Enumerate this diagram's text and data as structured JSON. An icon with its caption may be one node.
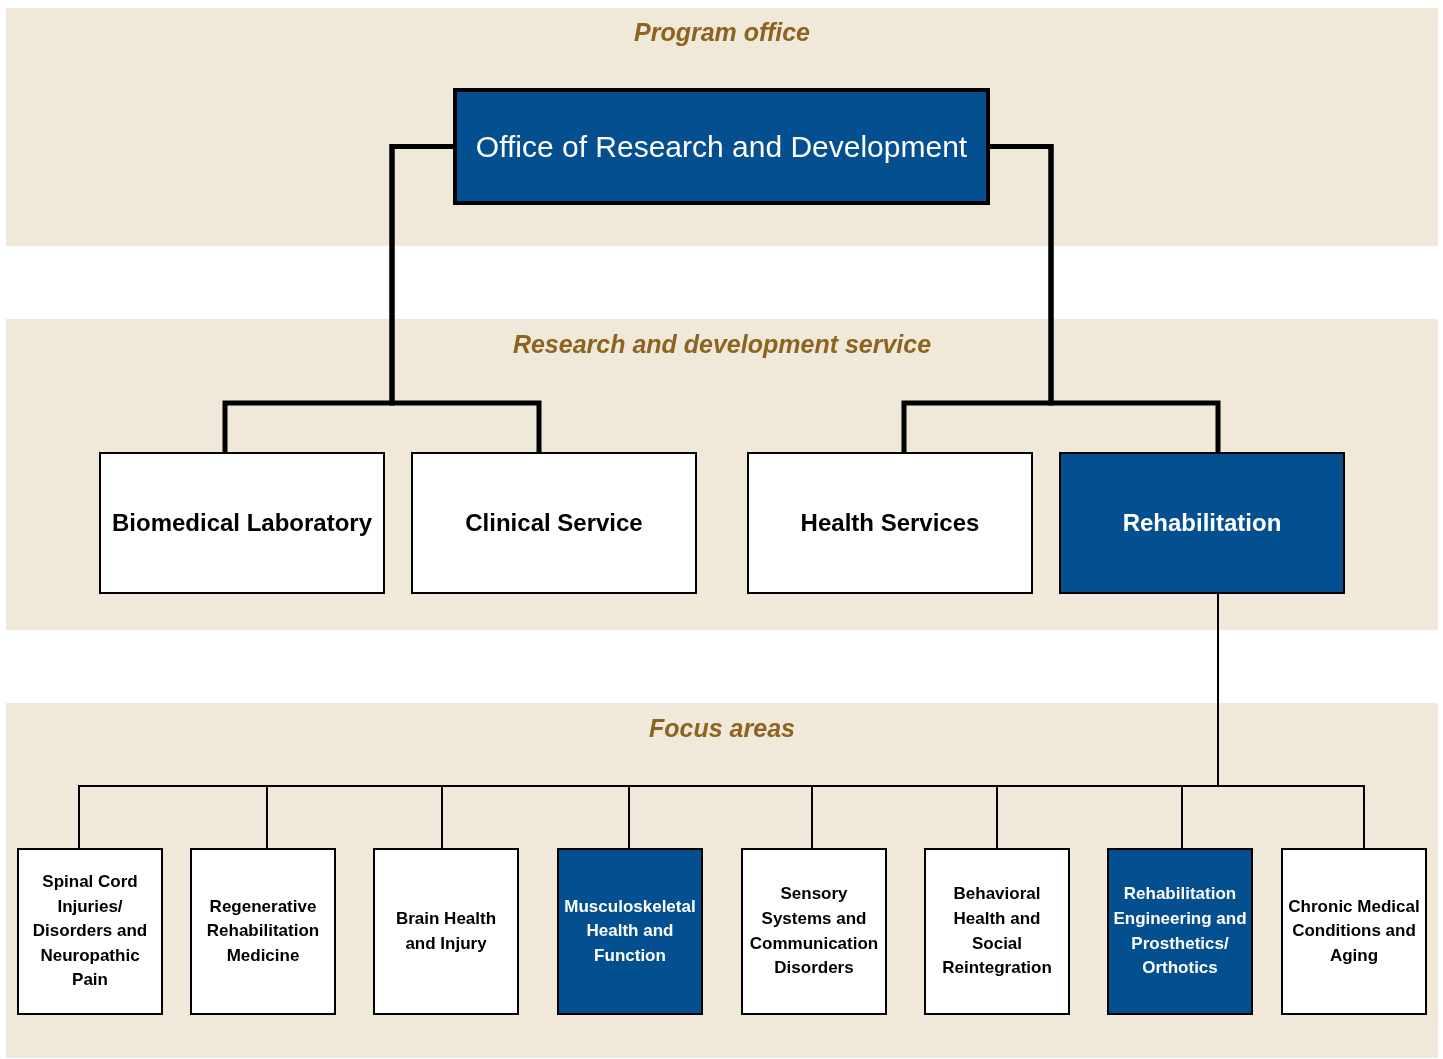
{
  "diagram": {
    "nodes": [
      {
        "text": [
          "Program office"
        ]
      },
      {
        "text": [
          "Office of Research and Development"
        ],
        "in": 0
      },
      {
        "text": [
          "Research and development service"
        ]
      },
      {
        "text": [
          "Biomedical Laboratory"
        ],
        "in": 2
      },
      {
        "text": [
          "Clinical Service"
        ],
        "in": 2
      },
      {
        "text": [
          "Health Services"
        ],
        "in": 2
      },
      {
        "text": [
          "Rehabilitation"
        ],
        "in": 2
      },
      {
        "text": [
          "Focus areas"
        ]
      },
      {
        "text": [
          "Spinal Cord Injuries/ Disorders and Neuropathic Pain"
        ],
        "in": 7
      },
      {
        "text": [
          "Regenerative Rehabilitation Medicine"
        ],
        "in": 7
      },
      {
        "text": [
          "Brain Health and Injury"
        ],
        "in": 7
      },
      {
        "text": [
          "Musculoskeletal Health and Function"
        ],
        "in": 7
      },
      {
        "text": [
          "Sensory Systems and Communication Disorders"
        ],
        "in": 7
      },
      {
        "text": [
          "Behavioral Health and Social Reintegration"
        ],
        "in": 7
      },
      {
        "text": [
          "Rehabilitation Engineering and Prosthetics/ Orthotics"
        ],
        "in": 7
      },
      {
        "text": [
          "Chronic Medical Conditions and Aging"
        ],
        "in": 7
      }
    ],
    "edges": [
      {
        "from": 1,
        "to": 3,
        "arrow": "none",
        "style": "thick"
      },
      {
        "from": 1,
        "to": 4,
        "arrow": "none",
        "style": "thick"
      },
      {
        "from": 1,
        "to": 5,
        "arrow": "none",
        "style": "thick"
      },
      {
        "from": 1,
        "to": 6,
        "arrow": "none",
        "style": "thick"
      },
      {
        "from": 6,
        "to": 8,
        "arrow": "none"
      },
      {
        "from": 6,
        "to": 9,
        "arrow": "none"
      },
      {
        "from": 6,
        "to": 10,
        "arrow": "none"
      },
      {
        "from": 6,
        "to": 11,
        "arrow": "none"
      },
      {
        "from": 6,
        "to": 12,
        "arrow": "none"
      },
      {
        "from": 6,
        "to": 13,
        "arrow": "none"
      },
      {
        "from": 6,
        "to": 14,
        "arrow": "none"
      },
      {
        "from": 6,
        "to": 15,
        "arrow": "none"
      }
    ]
  }
}
